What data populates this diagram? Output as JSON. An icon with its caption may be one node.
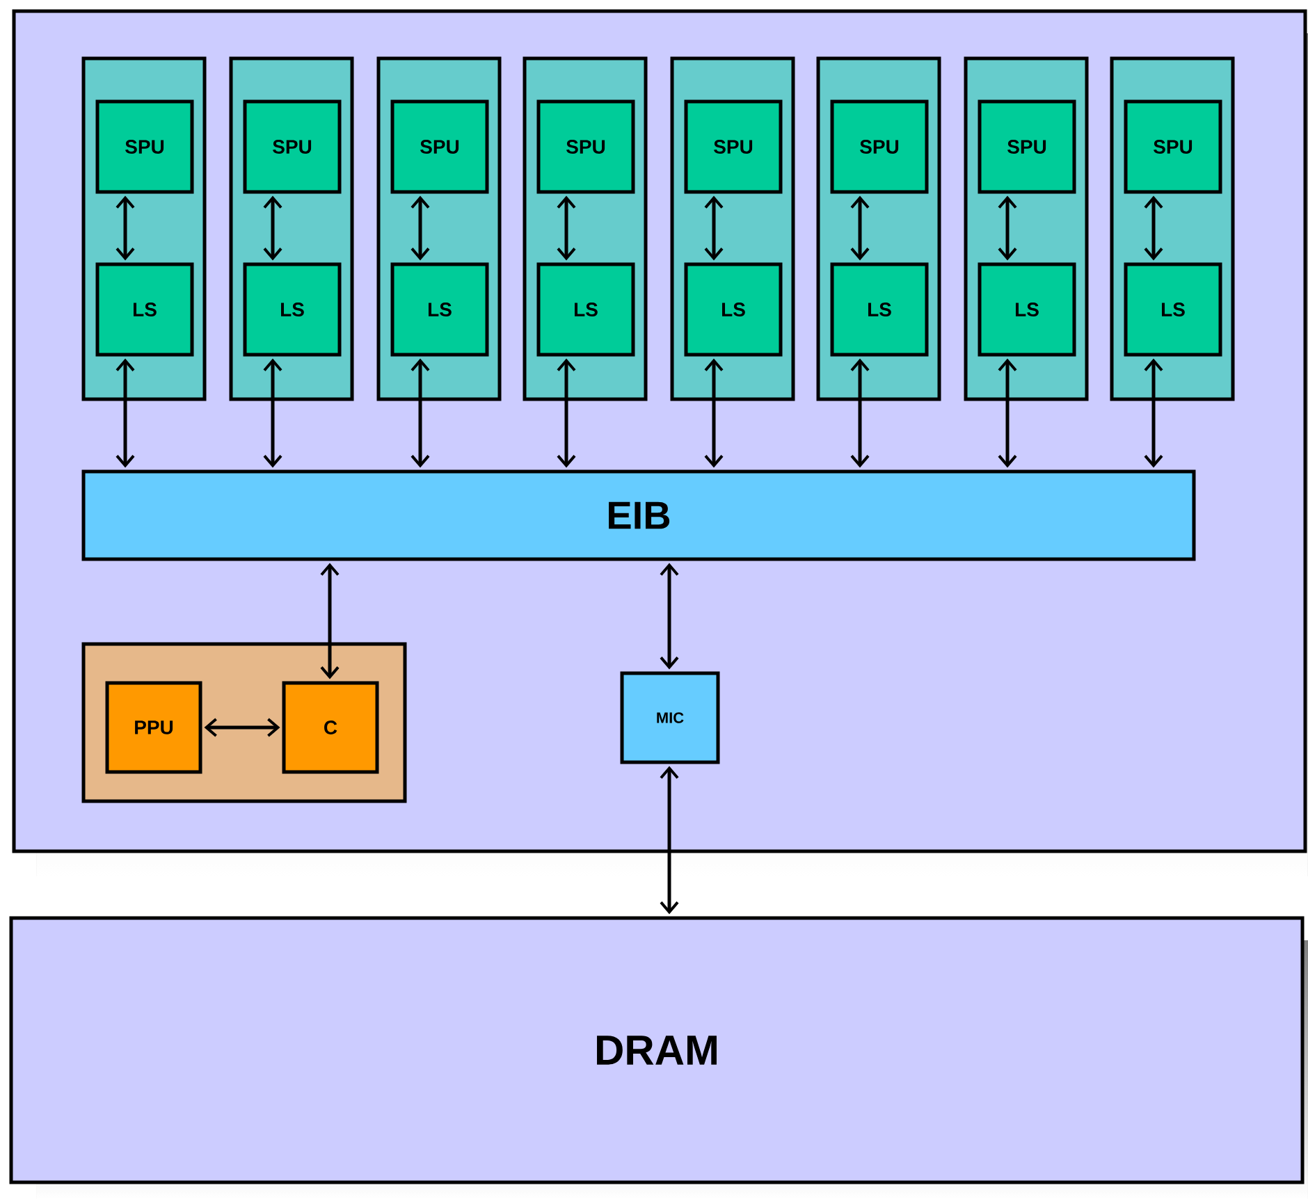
{
  "diagram": {
    "nodes": [
      {
        "text": [],
        "shape": "box"
      },
      {
        "text": [],
        "shape": "box",
        "in": 0
      },
      {
        "text": [
          "SPU"
        ],
        "in": 1
      },
      {
        "text": [
          "LS"
        ],
        "in": 1
      },
      {
        "text": [],
        "shape": "box",
        "in": 0
      },
      {
        "text": [
          "SPU"
        ],
        "in": 4
      },
      {
        "text": [
          "LS"
        ],
        "in": 4
      },
      {
        "text": [],
        "shape": "box",
        "in": 0
      },
      {
        "text": [
          "SPU"
        ],
        "in": 7
      },
      {
        "text": [
          "LS"
        ],
        "in": 7
      },
      {
        "text": [],
        "shape": "box",
        "in": 0
      },
      {
        "text": [
          "SPU"
        ],
        "in": 10
      },
      {
        "text": [
          "LS"
        ],
        "in": 10
      },
      {
        "text": [],
        "shape": "box",
        "in": 0
      },
      {
        "text": [
          "SPU"
        ],
        "in": 13
      },
      {
        "text": [
          "LS"
        ],
        "in": 13
      },
      {
        "text": [],
        "shape": "box",
        "in": 0
      },
      {
        "text": [
          "SPU"
        ],
        "in": 16
      },
      {
        "text": [
          "LS"
        ],
        "in": 16
      },
      {
        "text": [],
        "shape": "box",
        "in": 0
      },
      {
        "text": [
          "SPU"
        ],
        "in": 19
      },
      {
        "text": [
          "LS"
        ],
        "in": 19
      },
      {
        "text": [],
        "shape": "box",
        "in": 0
      },
      {
        "text": [
          "SPU"
        ],
        "in": 22
      },
      {
        "text": [
          "LS"
        ],
        "in": 22
      },
      {
        "text": [
          "EIB"
        ],
        "in": 0
      },
      {
        "text": [],
        "shape": "box",
        "in": 0
      },
      {
        "text": [
          "PPU"
        ],
        "in": 26
      },
      {
        "text": [
          "C"
        ],
        "in": 26
      },
      {
        "text": [
          "MIC"
        ],
        "in": 0
      },
      {
        "text": [
          "DRAM"
        ]
      }
    ],
    "edges": [
      {
        "from": 2,
        "to": 3,
        "arrow": "both"
      },
      {
        "from": 3,
        "to": 25,
        "arrow": "both"
      },
      {
        "from": 5,
        "to": 6,
        "arrow": "both"
      },
      {
        "from": 6,
        "to": 25,
        "arrow": "both"
      },
      {
        "from": 8,
        "to": 9,
        "arrow": "both"
      },
      {
        "from": 9,
        "to": 25,
        "arrow": "both"
      },
      {
        "from": 11,
        "to": 12,
        "arrow": "both"
      },
      {
        "from": 12,
        "to": 25,
        "arrow": "both"
      },
      {
        "from": 14,
        "to": 15,
        "arrow": "both"
      },
      {
        "from": 15,
        "to": 25,
        "arrow": "both"
      },
      {
        "from": 17,
        "to": 18,
        "arrow": "both"
      },
      {
        "from": 18,
        "to": 25,
        "arrow": "both"
      },
      {
        "from": 20,
        "to": 21,
        "arrow": "both"
      },
      {
        "from": 21,
        "to": 25,
        "arrow": "both"
      },
      {
        "from": 23,
        "to": 24,
        "arrow": "both"
      },
      {
        "from": 24,
        "to": 25,
        "arrow": "both"
      },
      {
        "from": 25,
        "to": 28,
        "arrow": "both"
      },
      {
        "from": 27,
        "to": 28,
        "arrow": "both"
      },
      {
        "from": 25,
        "to": 29,
        "arrow": "both"
      },
      {
        "from": 29,
        "to": 30,
        "arrow": "both"
      }
    ]
  }
}
